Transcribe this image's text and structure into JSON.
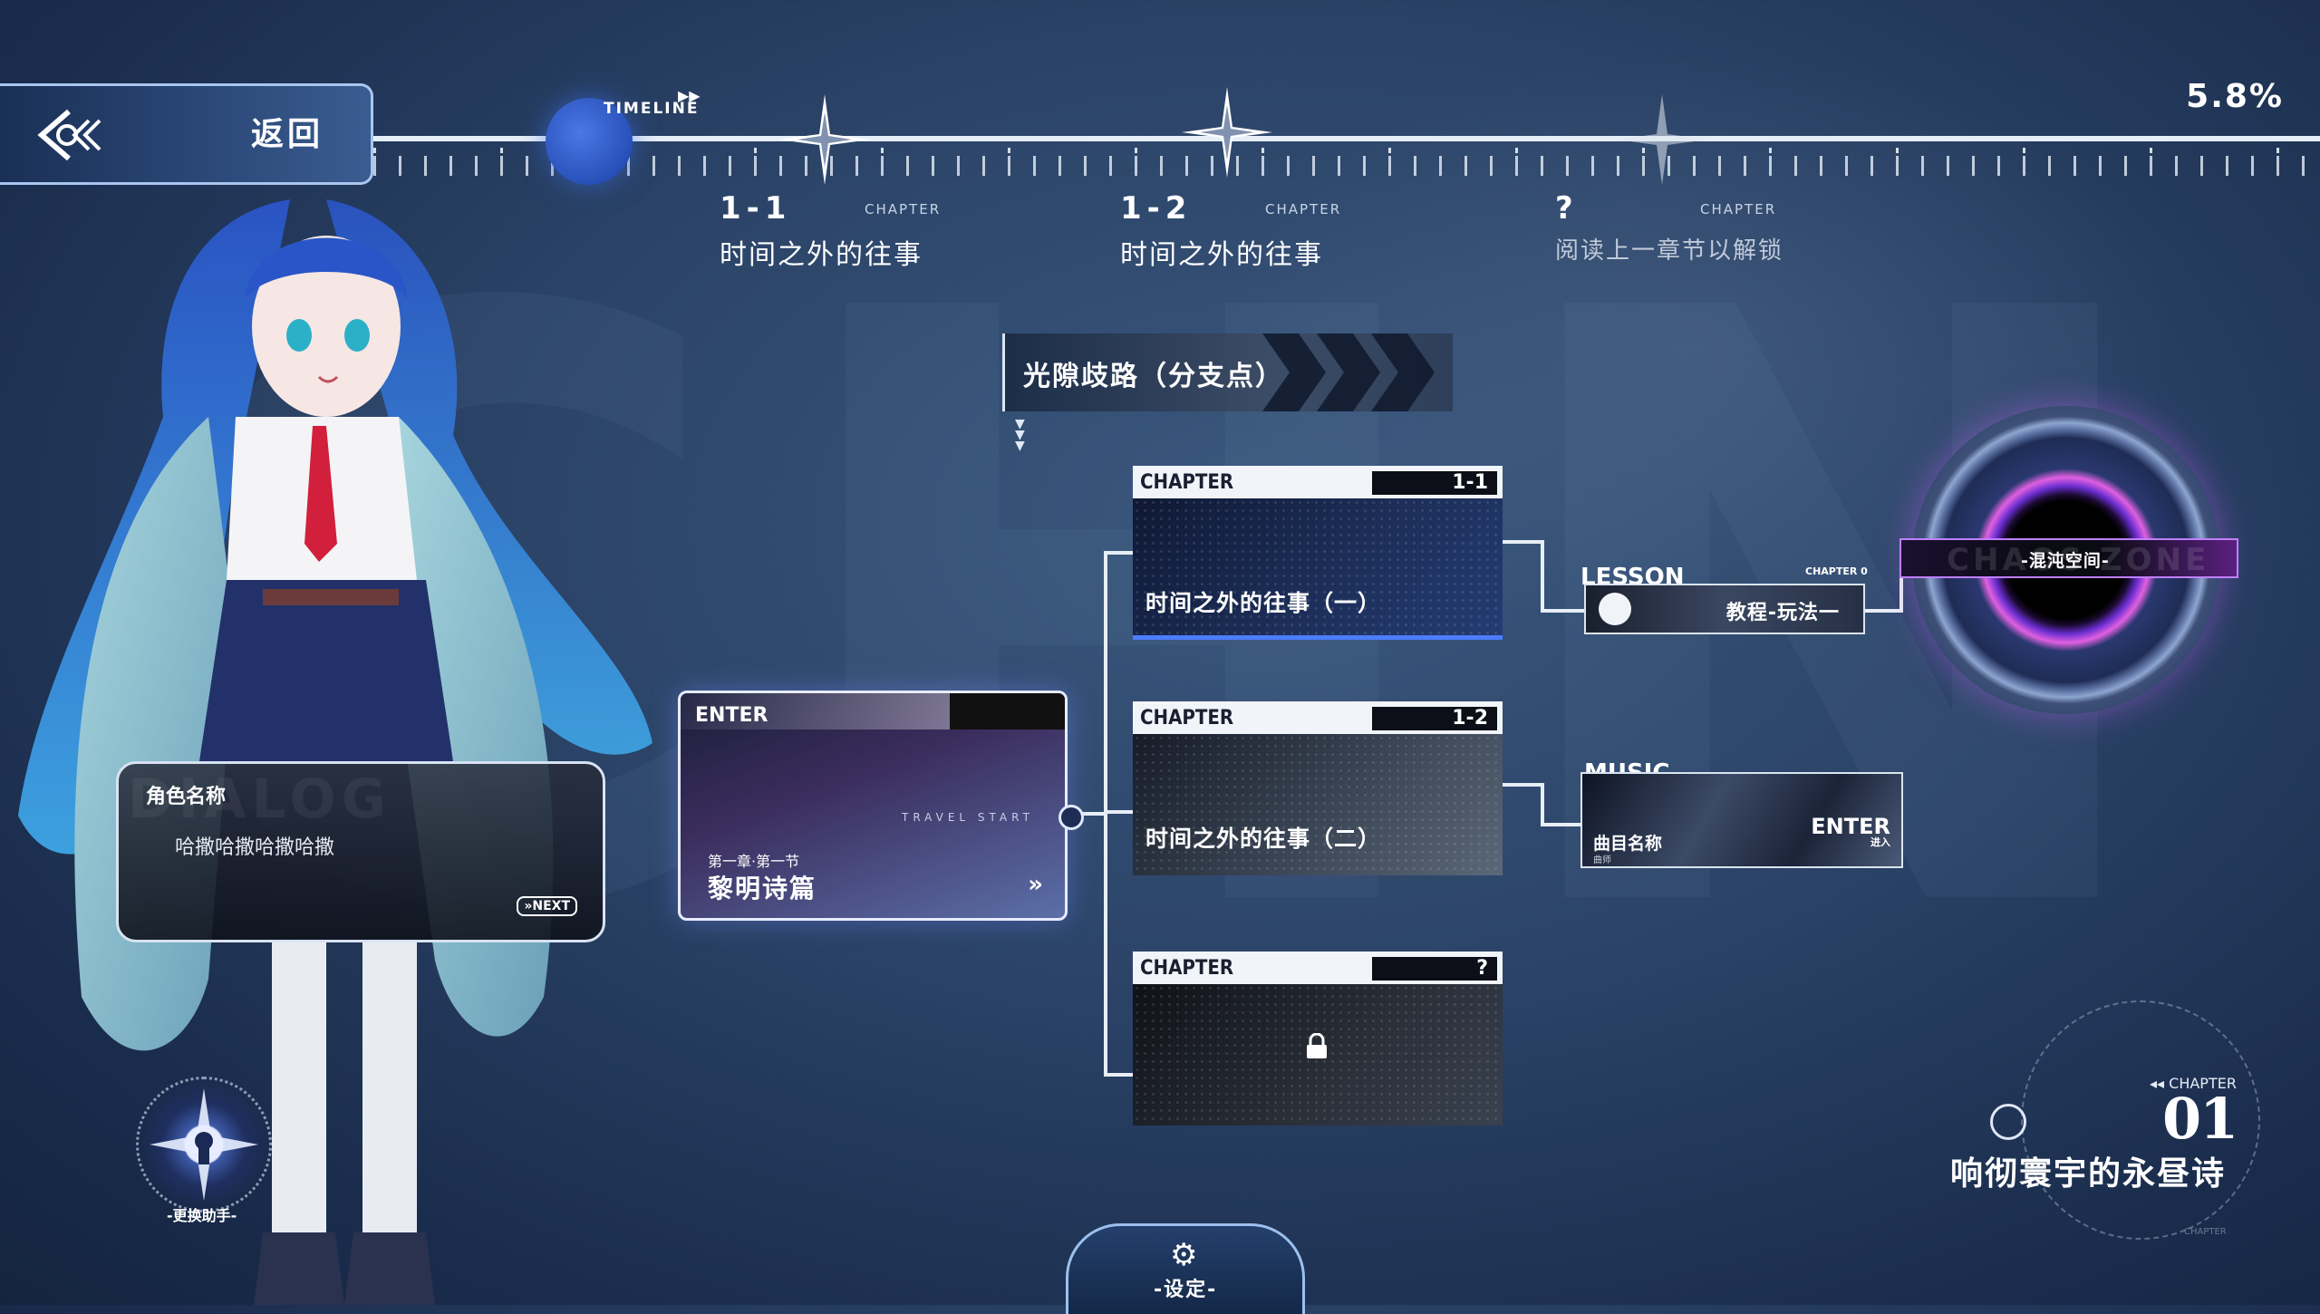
{
  "header": {
    "back_label": "返回",
    "timeline_label": "TIMELINE",
    "progress_percent": "5.8%"
  },
  "timeline_chapters": [
    {
      "number": "1-1",
      "tag": "CHAPTER",
      "title": "时间之外的往事"
    },
    {
      "number": "1-2",
      "tag": "CHAPTER",
      "title": "时间之外的往事"
    },
    {
      "number": "?",
      "tag": "CHAPTER",
      "title": "阅读上一章节以解锁"
    }
  ],
  "branch": {
    "label": "光隙歧路（分支点）"
  },
  "start_card": {
    "enter_label": "ENTER",
    "travel_text": "TRAVEL START",
    "sub": "第一章·第一节",
    "title": "黎明诗篇",
    "go": "»"
  },
  "chapter_cards": [
    {
      "tag": "CHAPTER",
      "number": "1-1",
      "title": "时间之外的往事（一）"
    },
    {
      "tag": "CHAPTER",
      "number": "1-2",
      "title": "时间之外的往事（二）"
    },
    {
      "tag": "CHAPTER",
      "number": "?",
      "title": ""
    }
  ],
  "lesson": {
    "label": "LESSON",
    "tag": "CHAPTER 0",
    "title": "教程-玩法一"
  },
  "music": {
    "label": "MUSIC",
    "title": "曲目名称",
    "sub": "曲师",
    "enter": "ENTER",
    "enter_sub": "进入"
  },
  "chaos": {
    "label": "-混沌空间-",
    "bg_word": "CHAOS ZONE"
  },
  "dialog": {
    "bg_word": "DIALOG",
    "name": "角色名称",
    "text": "哈撒哈撒哈撒哈撒",
    "next": "»NEXT"
  },
  "assistant": {
    "label": "-更换助手-"
  },
  "settings": {
    "label": "-设定-"
  },
  "bottom_right": {
    "chapter_label": "CHAPTER",
    "chapter_number": "01",
    "title": "响彻寰宇的永昼诗",
    "small_tag": "CHAPTER"
  },
  "colors": {
    "accent": "#4c7dff",
    "chaos_accent": "#c080ff",
    "line": "#e8eef6"
  }
}
